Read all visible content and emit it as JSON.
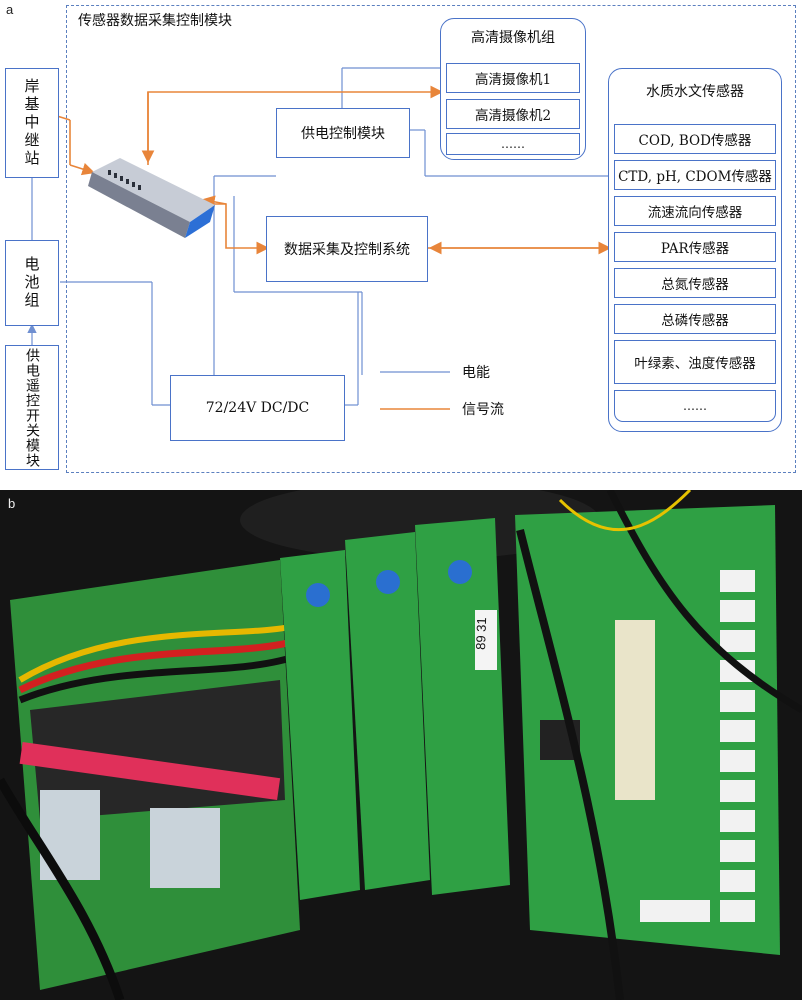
{
  "panel_a": {
    "label": "a",
    "frame_title": "传感器数据采集控制模块",
    "shore_relay": "岸基中继站",
    "battery": "电池组",
    "remote_switch": "供电遥控开关模块",
    "power_control": "供电控制模块",
    "daq_system": "数据采集及控制系统",
    "dcdc": "72/24V DC/DC",
    "camera_group": {
      "title": "高清摄像机组",
      "items": [
        "高清摄像机1",
        "高清摄像机2",
        "……"
      ]
    },
    "sensor_group": {
      "title": "水质水文传感器",
      "items": [
        "COD, BOD传感器",
        "CTD, pH, CDOM传感器",
        "流速流向传感器",
        "PAR传感器",
        "总氮传感器",
        "总磷传感器",
        "叶绿素、浊度传感器",
        "……"
      ]
    },
    "legend": {
      "power": "电能",
      "signal": "信号流"
    },
    "colors": {
      "power_line": "#6f8fd1",
      "signal_line": "#e8853a",
      "box_border": "#4a73c8"
    },
    "icons": {
      "switch": "network-switch-icon"
    }
  },
  "panel_b": {
    "label": "b",
    "board_labels": [
      "89 31"
    ]
  }
}
